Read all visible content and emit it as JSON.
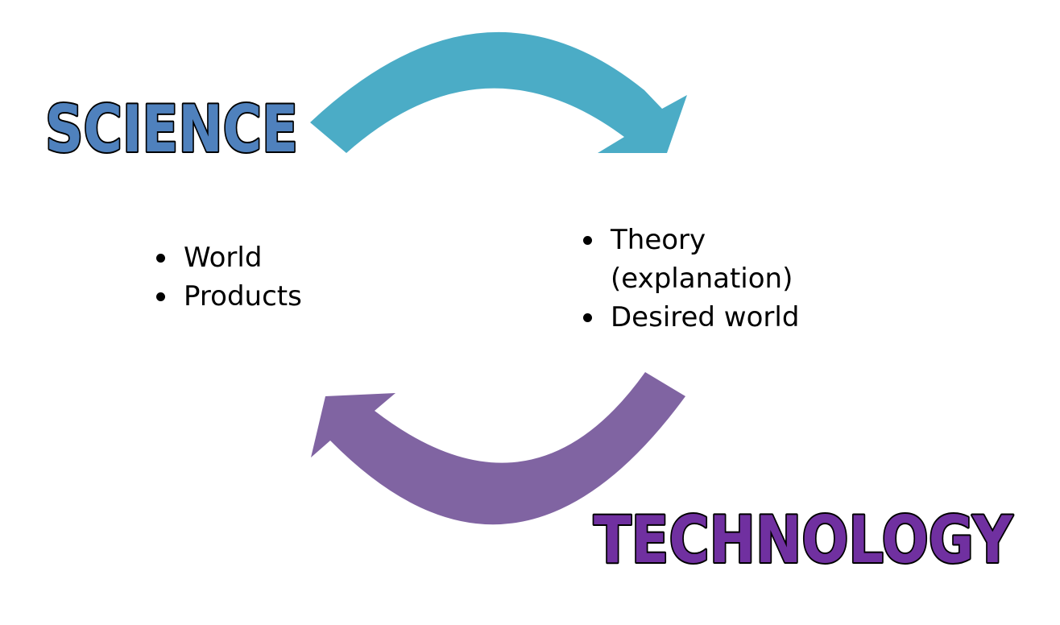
{
  "titles": {
    "science": "SCIENCE",
    "technology": "TECHNOLOGY"
  },
  "left_list": {
    "items": [
      {
        "text": "World"
      },
      {
        "text": "Products"
      }
    ]
  },
  "right_list": {
    "items": [
      {
        "text": "Theory (explanation)"
      },
      {
        "text": "Desired world"
      }
    ]
  },
  "colors": {
    "science_title": "#4f81bd",
    "technology_title": "#7030a0",
    "top_arrow": "#4bacc6",
    "bottom_arrow": "#8064a2",
    "text": "#000000",
    "background": "#ffffff"
  },
  "arrows": {
    "top": {
      "direction": "left-to-right",
      "color_key": "top_arrow"
    },
    "bottom": {
      "direction": "right-to-left",
      "color_key": "bottom_arrow"
    }
  }
}
